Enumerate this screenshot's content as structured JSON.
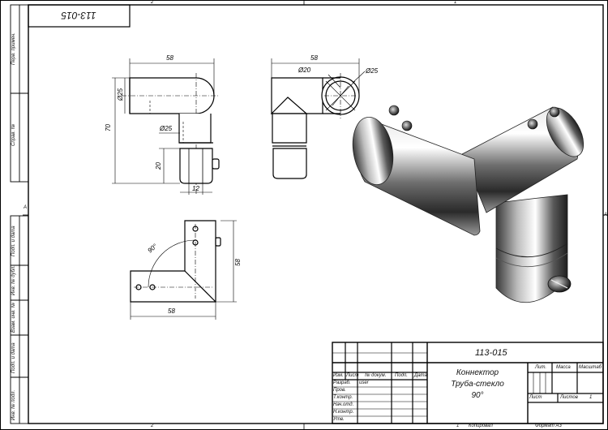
{
  "frame": {
    "zone_numbers": {
      "top_left": "2",
      "top_right": "1",
      "bottom_left": "2",
      "bottom_right": "1"
    },
    "zone_letter_left": "A",
    "zone_letter_right": "A",
    "rotated_code": "113-015"
  },
  "left_strip": {
    "labels": [
      "Перв. примен.",
      "Справ. №",
      "Подп. и дата",
      "Инв. № дубл.",
      "Взам. инв. №",
      "Подп. и дата",
      "Инв. № подл."
    ]
  },
  "dimensions": {
    "front_width": "58",
    "front_height": "70",
    "front_tube_dia": "Ø25",
    "front_inner_dia": "Ø25",
    "front_lower": "20",
    "front_slot": "12",
    "side_width": "58",
    "side_inner": "Ø20",
    "side_outer": "Ø25",
    "plan_angle": "90°",
    "plan_height": "58",
    "plan_width": "58"
  },
  "title_block": {
    "doc_number": "113-015",
    "name_line1": "Коннектор",
    "name_line2": "Труба-стекло",
    "name_line3": "90°",
    "col_izm": "Изм.",
    "col_list": "Лист",
    "col_doc": "№ докум.",
    "col_podp": "Подп.",
    "col_data": "Дата",
    "row_razrab": "Разраб.",
    "razrab_name": "user",
    "row_prov": "Пров.",
    "row_tkontr": "Т.контр.",
    "row_nach": "Нач.отд.",
    "row_nkontr": "Н.контр.",
    "row_utv": "Утв.",
    "lit": "Лит.",
    "massa": "Масса",
    "masshtab": "Масштаб",
    "list_label": "Лист",
    "listov_label": "Листов",
    "listov_value": "1"
  },
  "bottom_bar": {
    "sheet_num": "1",
    "copied": "Копировал",
    "format": "Формат А3"
  }
}
